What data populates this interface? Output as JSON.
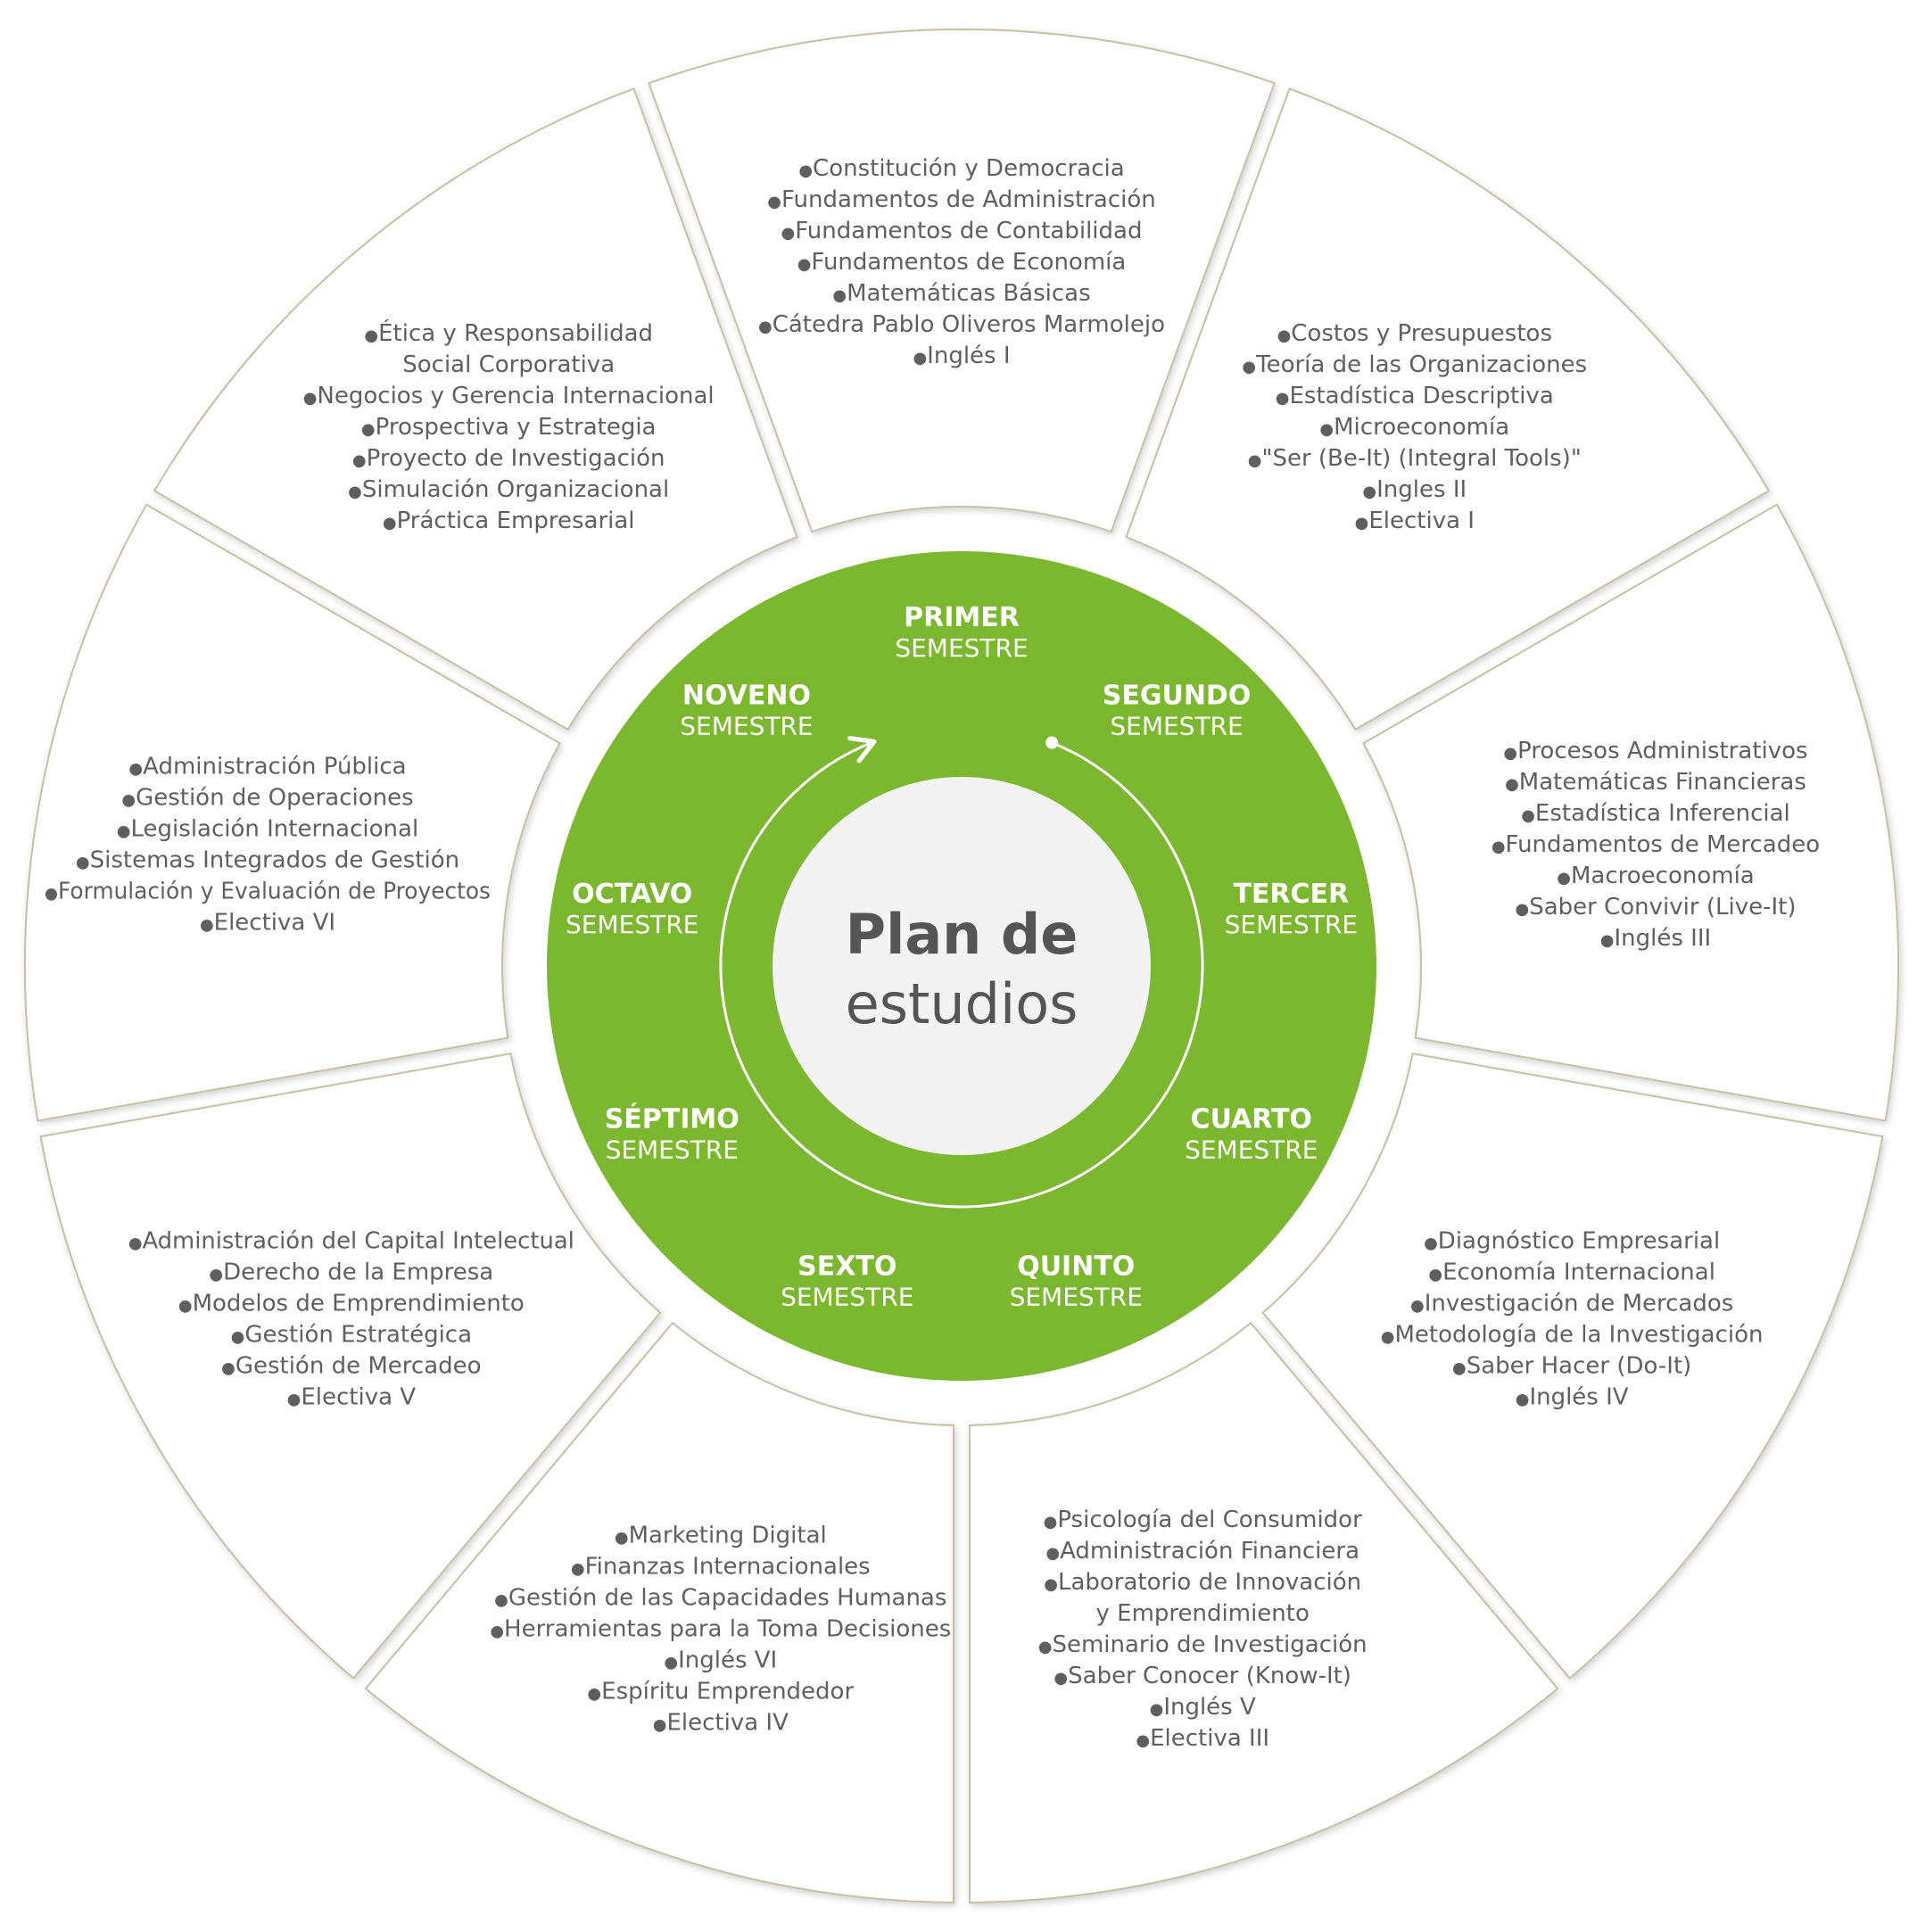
{
  "title": {
    "line1": "Plan de",
    "line2": "estudios"
  },
  "colors": {
    "green": "#7cb82f",
    "center": "#f3f3f3",
    "segment_border": "#c8bfa6",
    "text_gray": "#5f5f5f"
  },
  "semesters": [
    {
      "bold": "PRIMER",
      "light": "SEMESTRE",
      "courses": [
        "Constitución y Democracia",
        "Fundamentos de Administración",
        "Fundamentos de Contabilidad",
        "Fundamentos de Economía",
        "Matemáticas Básicas",
        "Cátedra Pablo Oliveros Marmolejo",
        "Inglés I"
      ]
    },
    {
      "bold": "SEGUNDO",
      "light": "SEMESTRE",
      "courses": [
        "Costos y Presupuestos",
        "Teoría de las Organizaciones",
        "Estadística Descriptiva",
        "Microeconomía",
        "\"Ser (Be-It) (Integral Tools)\"",
        "Ingles II",
        "Electiva I"
      ]
    },
    {
      "bold": "TERCER",
      "light": "SEMESTRE",
      "courses": [
        "Procesos Administrativos",
        "Matemáticas Financieras",
        "Estadística Inferencial",
        "Fundamentos de Mercadeo",
        "Macroeconomía",
        "Saber Convivir (Live-It)",
        "Inglés III"
      ]
    },
    {
      "bold": "CUARTO",
      "light": "SEMESTRE",
      "courses": [
        "Diagnóstico Empresarial",
        "Economía Internacional",
        "Investigación de Mercados",
        "Metodología de la Investigación",
        "Saber Hacer (Do-It)",
        "Inglés IV"
      ]
    },
    {
      "bold": "QUINTO",
      "light": "SEMESTRE",
      "courses": [
        "Psicología del Consumidor",
        "Administración Financiera",
        "Laboratorio de Innovación",
        "y Emprendimiento",
        "Seminario de Investigación",
        "Saber Conocer (Know-It)",
        "Inglés V",
        "Electiva III"
      ]
    },
    {
      "bold": "SEXTO",
      "light": "SEMESTRE",
      "courses": [
        "Marketing Digital",
        "Finanzas Internacionales",
        "Gestión de las Capacidades Humanas",
        "Herramientas para la Toma Decisiones",
        "Inglés VI",
        "Espíritu Emprendedor",
        "Electiva IV"
      ]
    },
    {
      "bold": "SÉPTIMO",
      "light": "SEMESTRE",
      "courses": [
        "Administración del Capital Intelectual",
        "Derecho de la Empresa",
        "Modelos de Emprendimiento",
        "Gestión Estratégica",
        "Gestión de Mercadeo",
        "Electiva V"
      ]
    },
    {
      "bold": "OCTAVO",
      "light": "SEMESTRE",
      "courses": [
        "Administración Pública",
        "Gestión de Operaciones",
        "Legislación Internacional",
        "Sistemas Integrados de Gestión",
        "Formulación y Evaluación de Proyectos",
        "Electiva VI"
      ]
    },
    {
      "bold": "NOVENO",
      "light": "SEMESTRE",
      "courses": [
        "Ética y Responsabilidad",
        "Social Corporativa",
        "Negocios y Gerencia Internacional",
        "Prospectiva y Estrategia",
        "Proyecto de Investigación",
        "Simulación Organizacional",
        "Práctica Empresarial"
      ]
    }
  ]
}
